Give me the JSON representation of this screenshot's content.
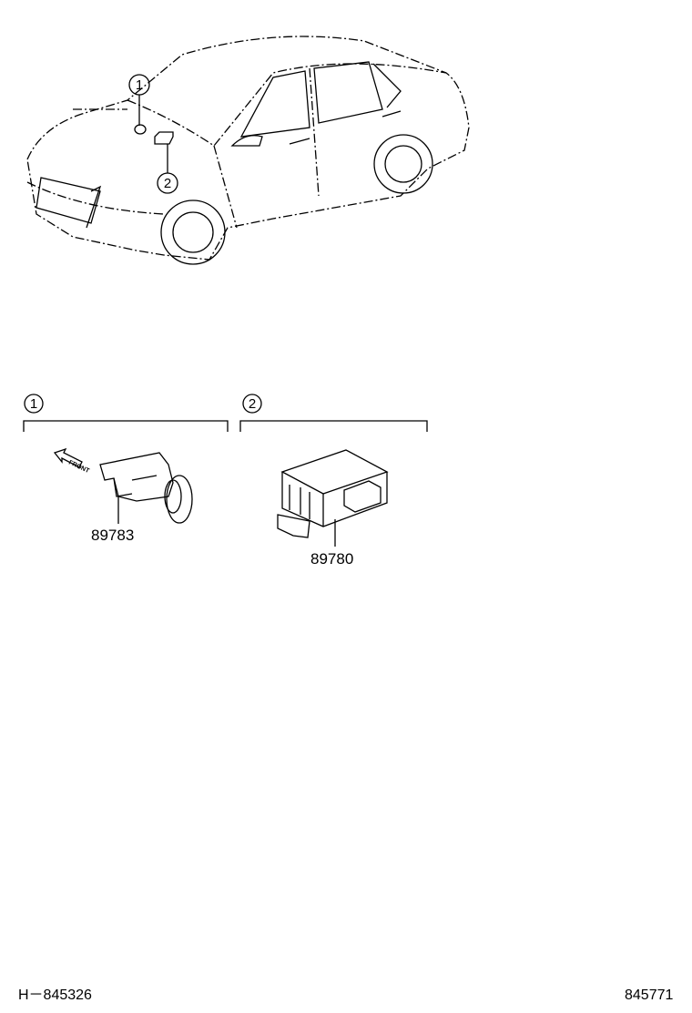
{
  "diagram": {
    "callouts": [
      "1",
      "2"
    ],
    "parts": [
      {
        "callout": "1",
        "part_number": "89783"
      },
      {
        "callout": "2",
        "part_number": "89780"
      }
    ],
    "front_label": "FRONT",
    "footer_left": "H－845326",
    "footer_right": "845771"
  }
}
